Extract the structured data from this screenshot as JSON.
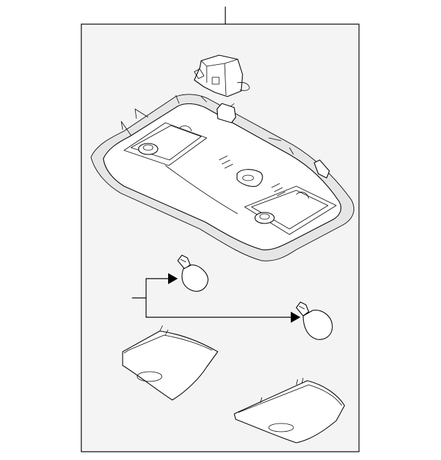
{
  "diagram": {
    "components": [
      {
        "name": "connector-icon"
      },
      {
        "name": "overhead-console-housing"
      },
      {
        "name": "bulb-icon"
      },
      {
        "name": "bulb-icon"
      },
      {
        "name": "map-lamp-lens-left"
      },
      {
        "name": "map-lamp-lens-right"
      }
    ],
    "colors": {
      "background": "#ffffff",
      "frame_fill": "#f4f4f4",
      "line": "#000000"
    }
  }
}
